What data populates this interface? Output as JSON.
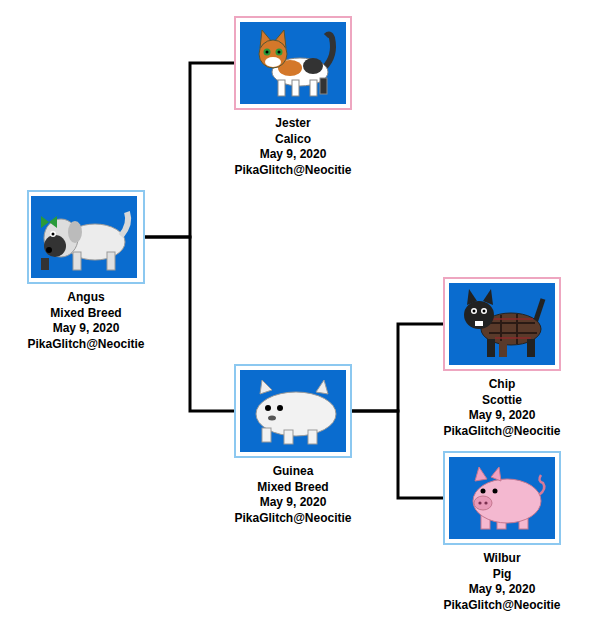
{
  "diagram": {
    "nodes": [
      {
        "text": [
          "Angus",
          "Mixed Breed",
          "May 9, 2020",
          "PikaGlitch@Neocitie"
        ]
      },
      {
        "text": [
          "Jester",
          "Calico",
          "May 9, 2020",
          "PikaGlitch@Neocitie"
        ]
      },
      {
        "text": [
          "Guinea",
          "Mixed Breed",
          "May 9, 2020",
          "PikaGlitch@Neocitie"
        ]
      },
      {
        "text": [
          "Chip",
          "Scottie",
          "May 9, 2020",
          "PikaGlitch@Neocitie"
        ]
      },
      {
        "text": [
          "Wilbur",
          "Pig",
          "May 9, 2020",
          "PikaGlitch@Neocitie"
        ]
      }
    ],
    "edges": [
      {
        "from": 0,
        "to": 1,
        "arrow": "none"
      },
      {
        "from": 0,
        "to": 2,
        "arrow": "none"
      },
      {
        "from": 2,
        "to": 3,
        "arrow": "none"
      },
      {
        "from": 2,
        "to": 4,
        "arrow": "none"
      }
    ]
  }
}
